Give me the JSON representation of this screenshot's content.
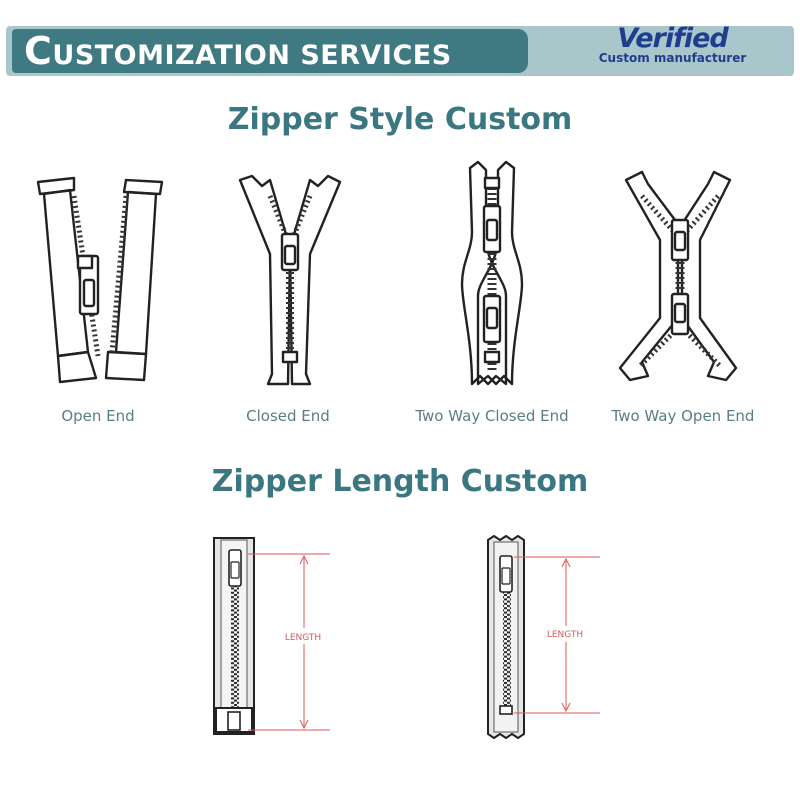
{
  "header": {
    "title_first": "C",
    "title_rest": "USTOMIZATION SERVICES",
    "badge_main": "Verified",
    "badge_sub": "Custom manufacturer"
  },
  "sections": {
    "style_title": "Zipper Style Custom",
    "length_title": "Zipper Length Custom"
  },
  "zipper_styles": [
    {
      "label": "Open End",
      "icon": "open-end-zipper-icon"
    },
    {
      "label": "Closed End",
      "icon": "closed-end-zipper-icon"
    },
    {
      "label": "Two Way Closed End",
      "icon": "two-way-closed-end-zipper-icon"
    },
    {
      "label": "Two Way Open End",
      "icon": "two-way-open-end-zipper-icon"
    }
  ],
  "length_diagrams": [
    {
      "label": "LENGTH",
      "icon": "open-end-length-diagram-icon"
    },
    {
      "label": "LENGTH",
      "icon": "closed-end-length-diagram-icon"
    }
  ],
  "colors": {
    "banner_dark": "#3f7a82",
    "banner_light": "#a9c6cb",
    "section_title": "#3a7780",
    "badge": "#1f3d8f",
    "measure_line": "#d85a5a"
  }
}
